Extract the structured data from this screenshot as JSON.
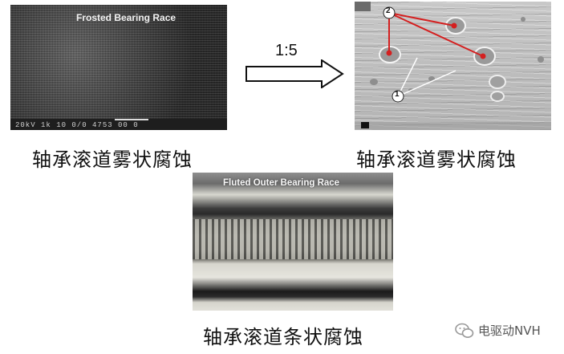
{
  "panels": {
    "frosted": {
      "image_title": "Frosted Bearing Race",
      "footer": "20kV   1k   10 0/0  4753   00 0",
      "caption": "轴承滚道雾状腐蚀"
    },
    "pits": {
      "marker_1": "1",
      "marker_2": "2",
      "caption": "轴承滚道雾状腐蚀"
    },
    "fluted": {
      "image_title": "Fluted Outer Bearing Race",
      "caption": "轴承滚道条状腐蚀"
    }
  },
  "magnification": "1:5",
  "watermark": {
    "text": "电驱动NVH",
    "icon": "wechat-icon"
  },
  "colors": {
    "marker_red": "#d42020",
    "pointer_white": "#ffffff"
  }
}
